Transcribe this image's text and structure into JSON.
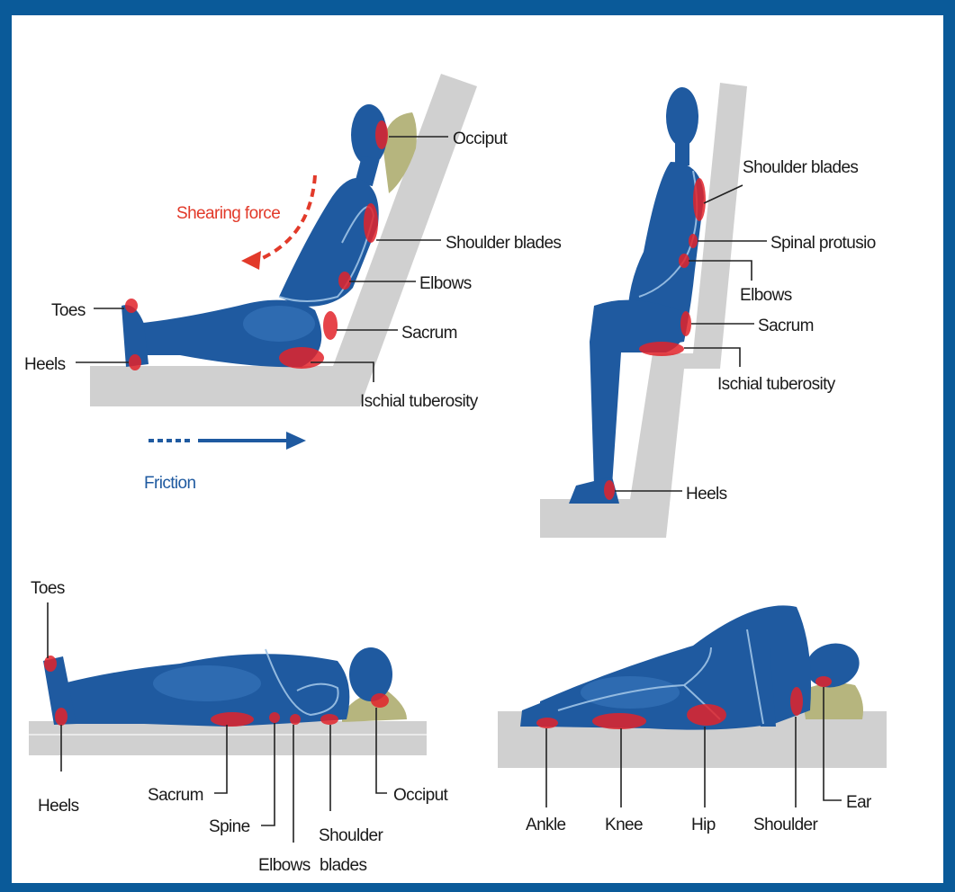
{
  "colors": {
    "border": "#0a5a99",
    "body": "#1f5aa0",
    "pressure_point": "#e2232a",
    "shear": "#e23a2a",
    "friction": "#1f5aa0",
    "platform": "#d0d0d0",
    "pillow": "#b6b57e"
  },
  "fowler": {
    "shear_label": "Shearing force",
    "friction_label": "Friction",
    "labels": {
      "occiput": "Occiput",
      "shoulder_blades": "Shoulder blades",
      "elbows": "Elbows",
      "sacrum": "Sacrum",
      "ischial": "Ischial tuberosity",
      "toes": "Toes",
      "heels": "Heels"
    }
  },
  "sitting": {
    "labels": {
      "shoulder_blades": "Shoulder blades",
      "spinal": "Spinal protusio",
      "elbows": "Elbows",
      "sacrum": "Sacrum",
      "ischial": "Ischial tuberosity",
      "heels": "Heels"
    }
  },
  "supine": {
    "labels": {
      "toes": "Toes",
      "heels": "Heels",
      "sacrum": "Sacrum",
      "spine": "Spine",
      "elbows": "Elbows",
      "shoulder": "Shoulder",
      "blades": "blades",
      "occiput": "Occiput"
    }
  },
  "lateral": {
    "labels": {
      "ankle": "Ankle",
      "knee": "Knee",
      "hip": "Hip",
      "shoulder": "Shoulder",
      "ear": "Ear"
    }
  }
}
